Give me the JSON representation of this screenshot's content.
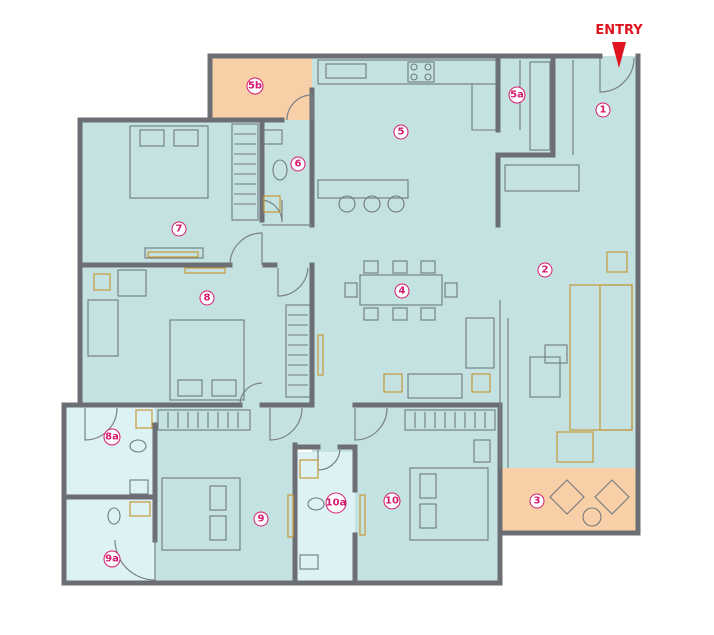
{
  "entry_label": "ENTRY",
  "room_labels": {
    "r1": "1",
    "r2": "2",
    "r3": "3",
    "r4": "4",
    "r5": "5",
    "r5a": "5a",
    "r5b": "5b",
    "r6": "6",
    "r7": "7",
    "r8": "8",
    "r8a": "8a",
    "r9": "9",
    "r9a": "9a",
    "r10": "10",
    "r10a": "10a"
  },
  "colors": {
    "room_fill": "#c4e2e2",
    "bath_fill": "#ddf2f4",
    "balcony_fill": "#f9cfa8",
    "wall": "#6b6f74",
    "label_accent": "#d61a6e",
    "entry_accent": "#e0141e",
    "furniture_highlight": "#c59a3a"
  }
}
